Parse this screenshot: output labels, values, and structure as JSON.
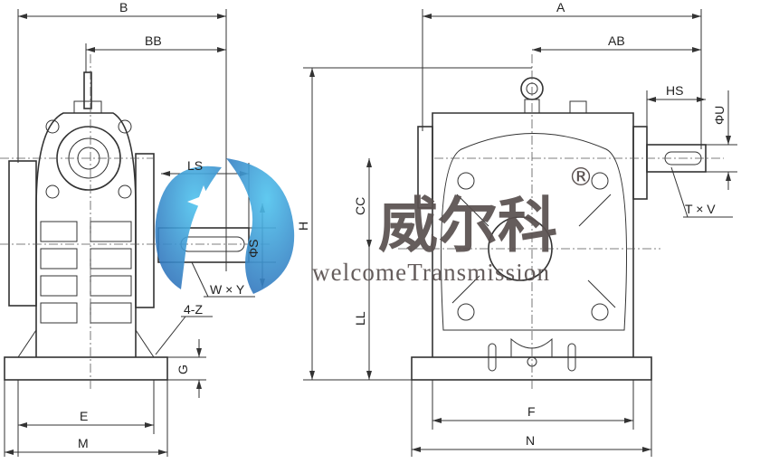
{
  "dimension_labels": {
    "B": "B",
    "BB": "BB",
    "A": "A",
    "AB": "AB",
    "HS": "HS",
    "U": "ΦU",
    "LS": "LS",
    "S": "ΦS",
    "H": "H",
    "CC": "CC",
    "LL": "LL",
    "TV": "T × V",
    "WY": "W × Y",
    "Z": "4-Z",
    "G": "G",
    "E": "E",
    "M": "M",
    "F": "F",
    "N": "N"
  },
  "watermark": {
    "chinese": "威尔科",
    "english": "welcomeTransmission",
    "registered": "®",
    "colors": {
      "blue": "#2f86c8",
      "light_blue": "#4fc3ee",
      "gray": "#5a5150"
    }
  }
}
